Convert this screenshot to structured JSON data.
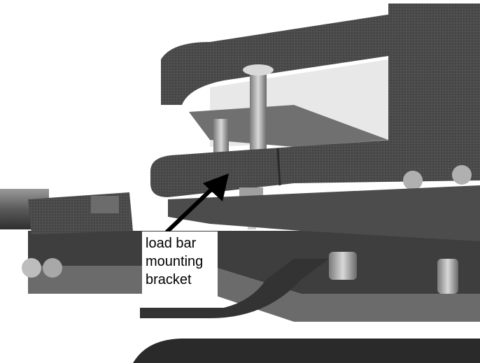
{
  "image": {
    "subject": "load bar mounting bracket"
  },
  "callout": {
    "lines": [
      "load bar",
      "mounting",
      "bracket"
    ]
  },
  "colors": {
    "background": "#ffffff",
    "steel_dark": "#3f3f3f",
    "steel_mid": "#5a5a5a",
    "steel_light": "#8a8a8a",
    "bolt": "#c8c8c8",
    "arrow": "#000000"
  }
}
